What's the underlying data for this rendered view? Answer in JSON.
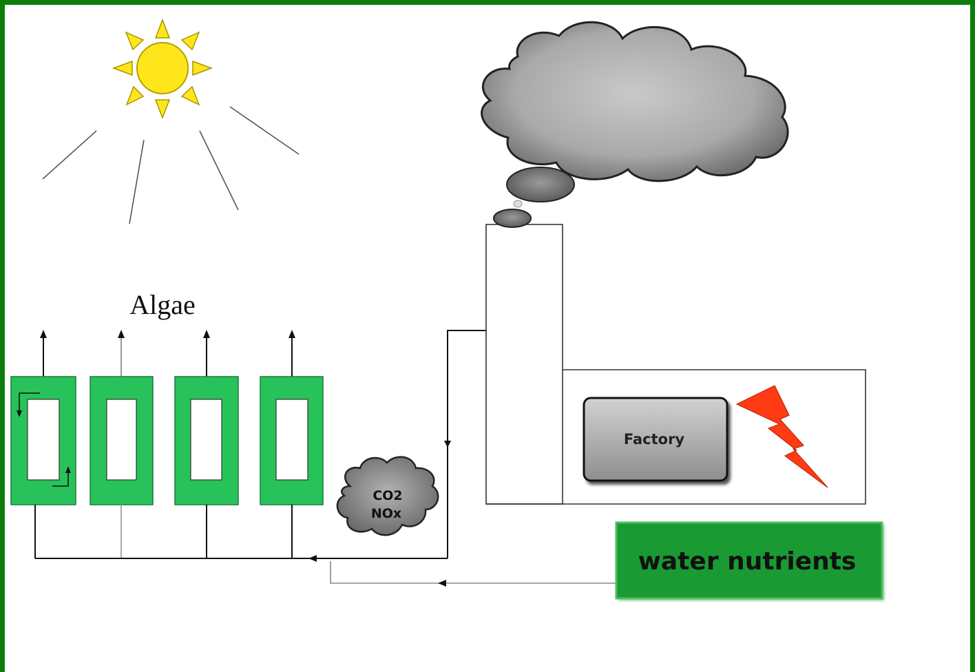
{
  "labels": {
    "algae": "Algae",
    "co2": "CO2",
    "nox": "NOx",
    "factory": "Factory",
    "water_nutrients": "water nutrients"
  },
  "colors": {
    "frame_border": "#0b7d0b",
    "bioreactor_fill": "#27c25a",
    "sun_fill": "#ffe61a",
    "smoke_fill": "#b5b5b5",
    "lightning_fill": "#ff3b14",
    "water_box_fill": "#1a9a32"
  },
  "icons": {
    "sun": "sun-icon",
    "smoke": "smoke-cloud-icon",
    "lightning": "lightning-bolt-icon"
  }
}
